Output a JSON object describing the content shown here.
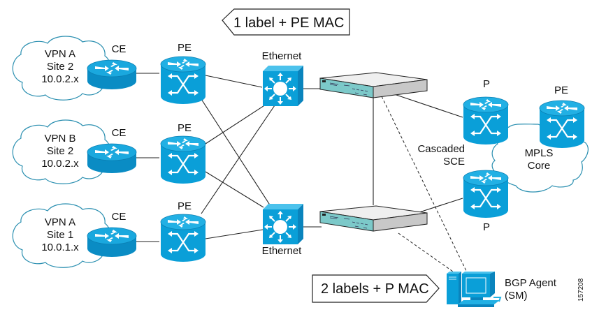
{
  "diagram": {
    "callouts": {
      "top": "1 label + PE MAC",
      "bottom": "2 labels + P MAC"
    },
    "sites": [
      {
        "lines": [
          "VPN A",
          "Site 2",
          "10.0.2.x"
        ],
        "ce_label": "CE",
        "pe_label": "PE"
      },
      {
        "lines": [
          "VPN B",
          "Site 2",
          "10.0.2.x"
        ],
        "ce_label": "CE",
        "pe_label": "PE"
      },
      {
        "lines": [
          "VPN A",
          "Site 1",
          "10.0.1.x"
        ],
        "ce_label": "CE",
        "pe_label": "PE"
      }
    ],
    "switches": {
      "top_label": "Ethernet",
      "bottom_label": "Ethernet"
    },
    "sce": {
      "label_line1": "Cascaded",
      "label_line2": "SCE"
    },
    "core": {
      "p_top_label": "P",
      "p_bottom_label": "P",
      "pe_label": "PE",
      "cloud_line1": "MPLS",
      "cloud_line2": "Core"
    },
    "agent": {
      "line1": "BGP Agent",
      "line2": "(SM)"
    },
    "figure_id": "157208",
    "colors": {
      "device_blue": "#0a9fd8",
      "device_blue_dark": "#0080b8",
      "sce_teal": "#7cc9c9",
      "sce_gray": "#c8c8c8",
      "cloud_stroke": "#2a8fb0"
    }
  }
}
